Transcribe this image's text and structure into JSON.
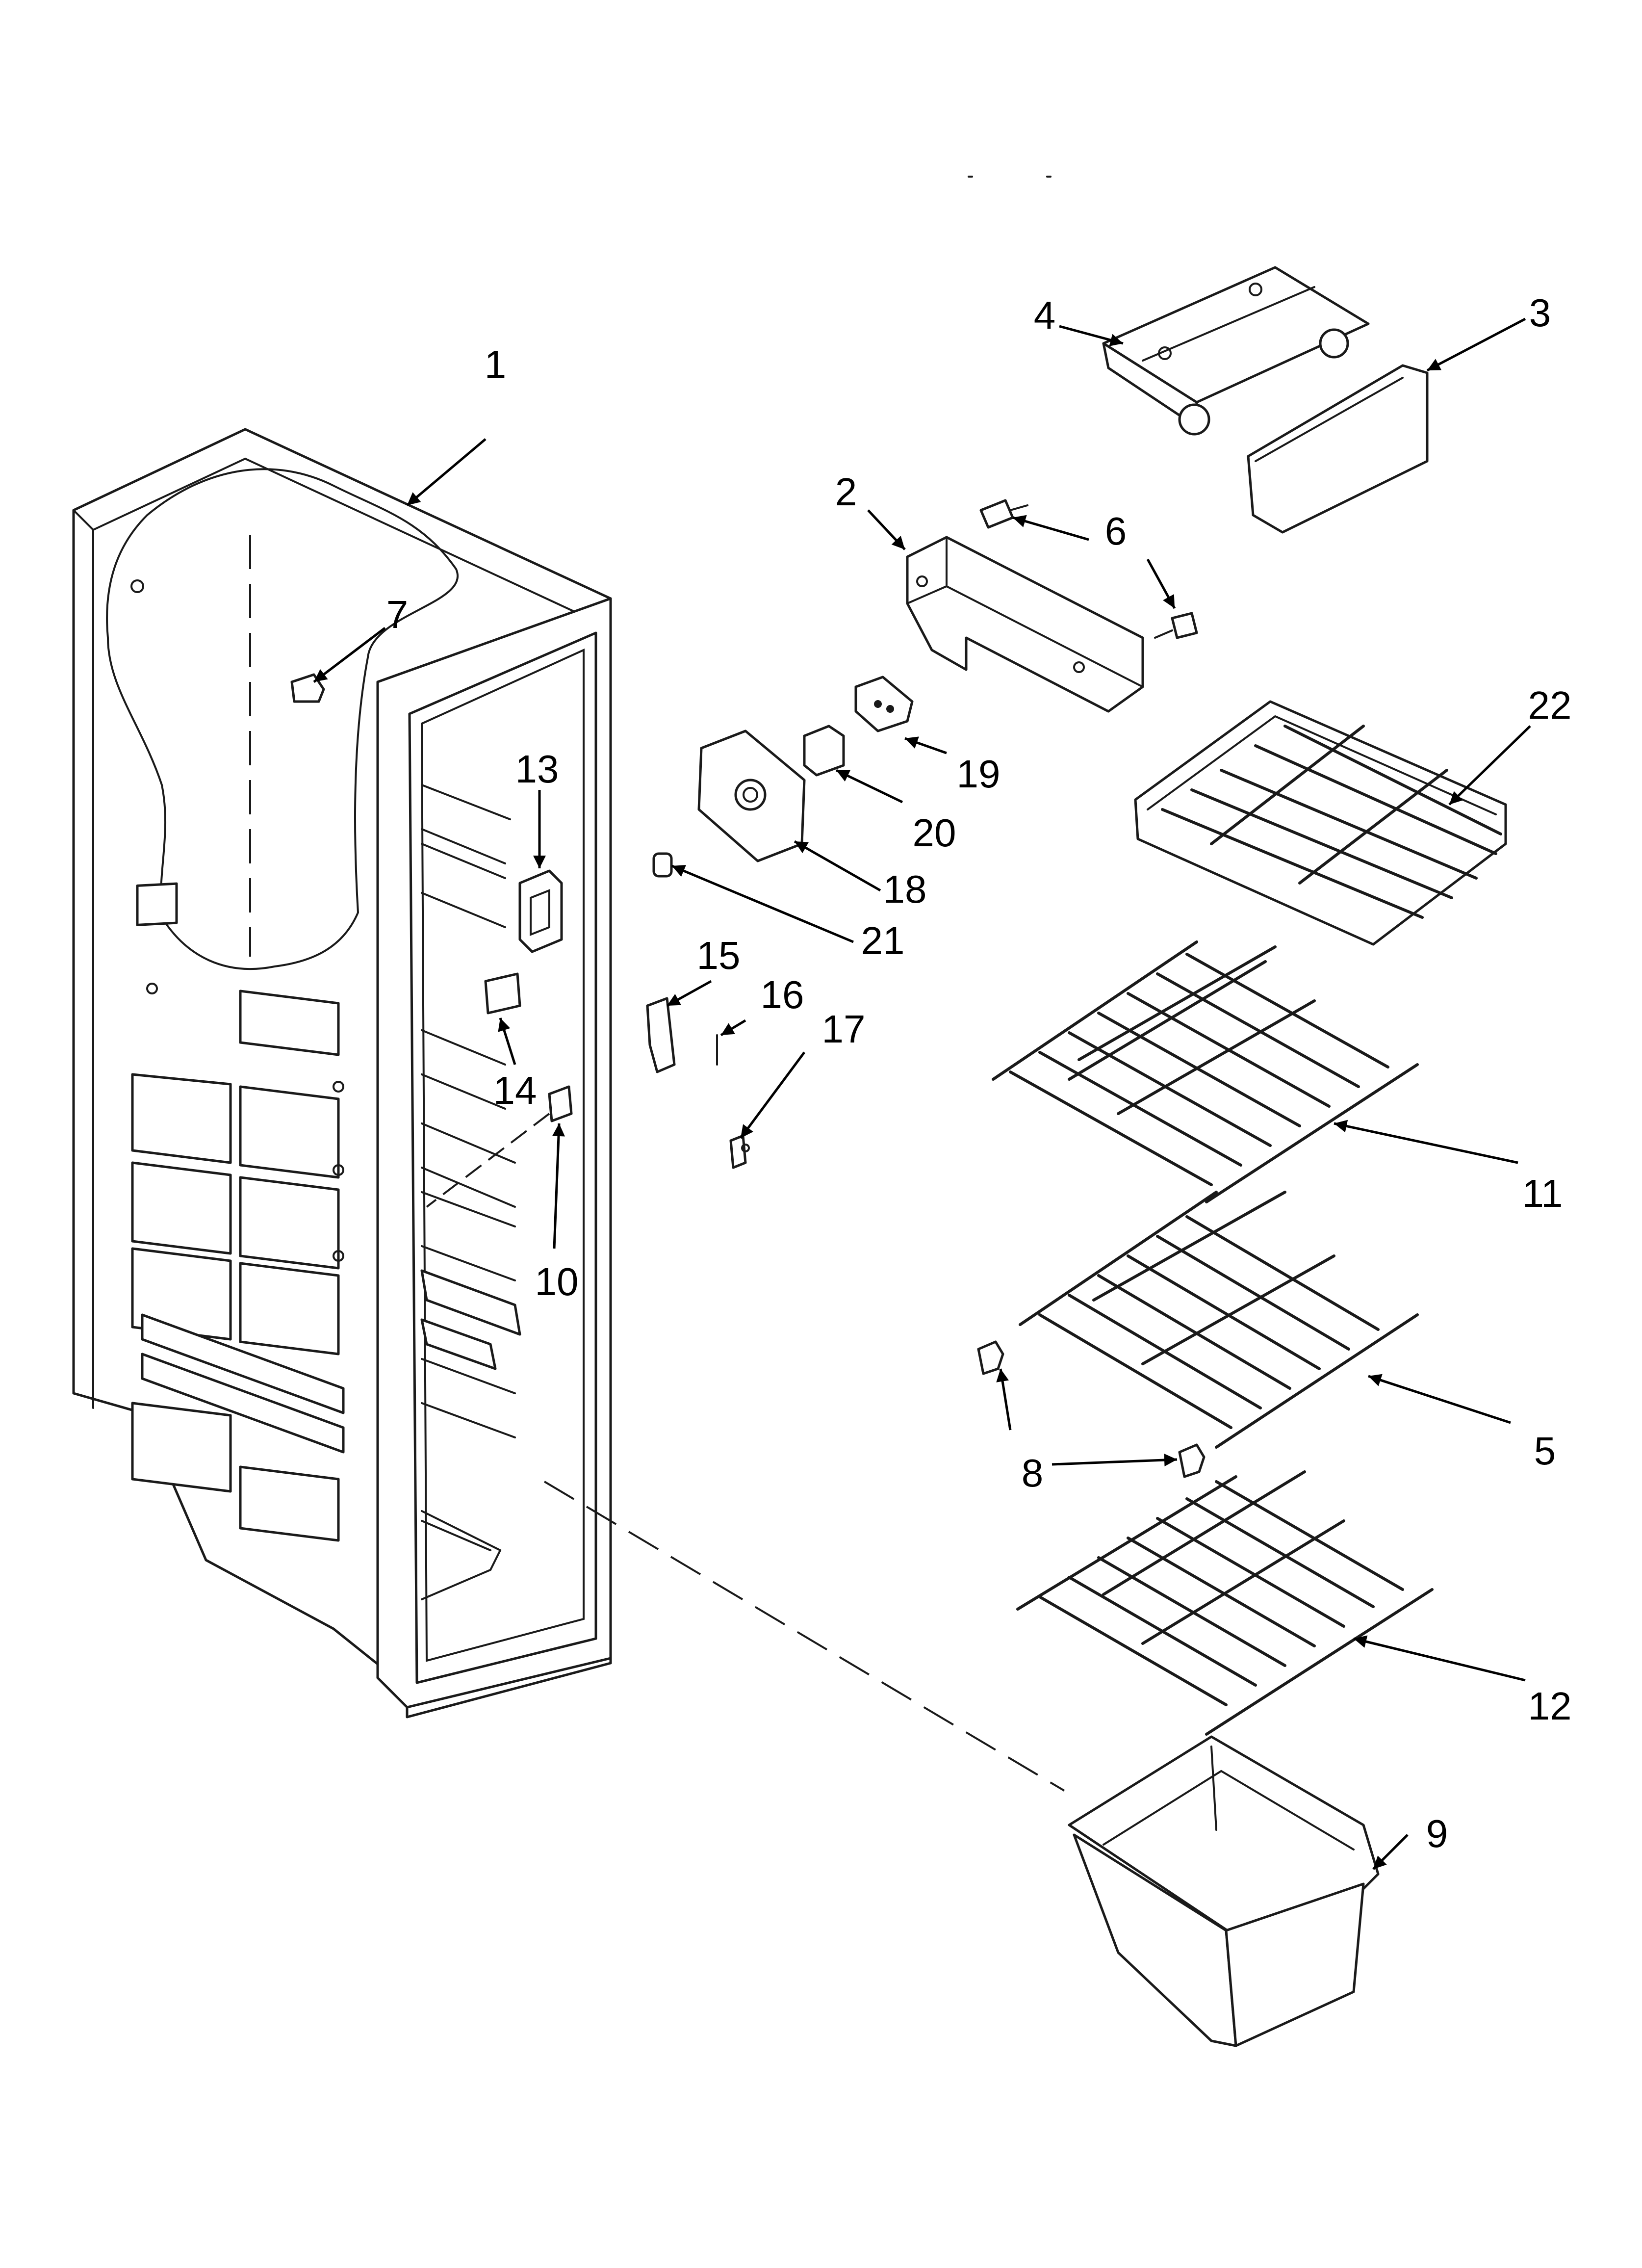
{
  "diagram": {
    "type": "exploded-parts-view",
    "callouts": [
      {
        "id": "c1",
        "label": "1"
      },
      {
        "id": "c2",
        "label": "2"
      },
      {
        "id": "c3",
        "label": "3"
      },
      {
        "id": "c4",
        "label": "4"
      },
      {
        "id": "c5",
        "label": "5"
      },
      {
        "id": "c6",
        "label": "6"
      },
      {
        "id": "c7",
        "label": "7"
      },
      {
        "id": "c8",
        "label": "8"
      },
      {
        "id": "c9",
        "label": "9"
      },
      {
        "id": "c10",
        "label": "10"
      },
      {
        "id": "c11",
        "label": "11"
      },
      {
        "id": "c12",
        "label": "12"
      },
      {
        "id": "c13",
        "label": "13"
      },
      {
        "id": "c14",
        "label": "14"
      },
      {
        "id": "c15",
        "label": "15"
      },
      {
        "id": "c16",
        "label": "16"
      },
      {
        "id": "c17",
        "label": "17"
      },
      {
        "id": "c18",
        "label": "18"
      },
      {
        "id": "c19",
        "label": "19"
      },
      {
        "id": "c20",
        "label": "20"
      },
      {
        "id": "c21",
        "label": "21"
      },
      {
        "id": "c22",
        "label": "22"
      }
    ]
  }
}
